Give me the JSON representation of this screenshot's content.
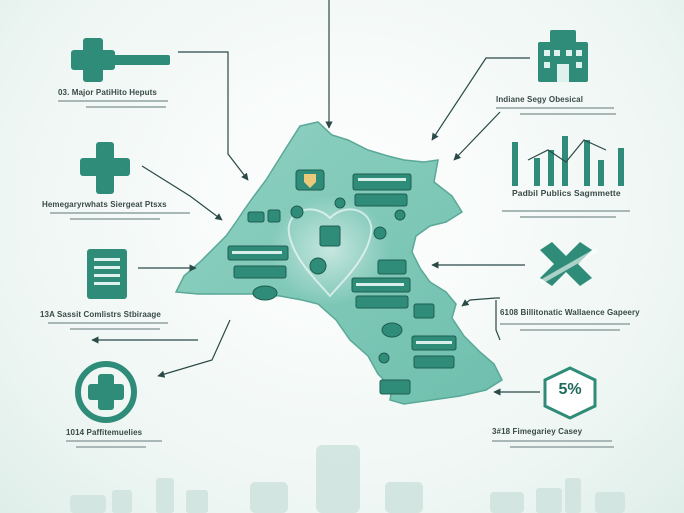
{
  "labels": {
    "top_left": "03. Major PatiHito Heputs",
    "mid_left": "Hemegaryrwhats Siergeat Ptsxs",
    "doc_left": "13A Sassit Comlistrs Stbiraage",
    "bottom_left": "1014 Paffitemuelies",
    "top_right": "Indiane Segy Obesical",
    "bars_right": "Padbil Publics Sagmmette",
    "cross_right": "6108 Billitonatic Wallaence Gapeery",
    "badge_right": "3#18 Fimegariey Casey"
  },
  "badge": {
    "value": "5%"
  },
  "colors": {
    "teal": "#2f8c78",
    "teal_light": "#88cdbd",
    "line": "#2a4a48",
    "bg": "#eef6f3"
  },
  "icons": [
    "plus-arrow-icon",
    "medical-cross-icon",
    "document-icon",
    "medical-cross-circle-icon",
    "hospital-building-icon",
    "bar-chart-icon",
    "cross-arrows-icon",
    "hexagon-badge-icon"
  ]
}
